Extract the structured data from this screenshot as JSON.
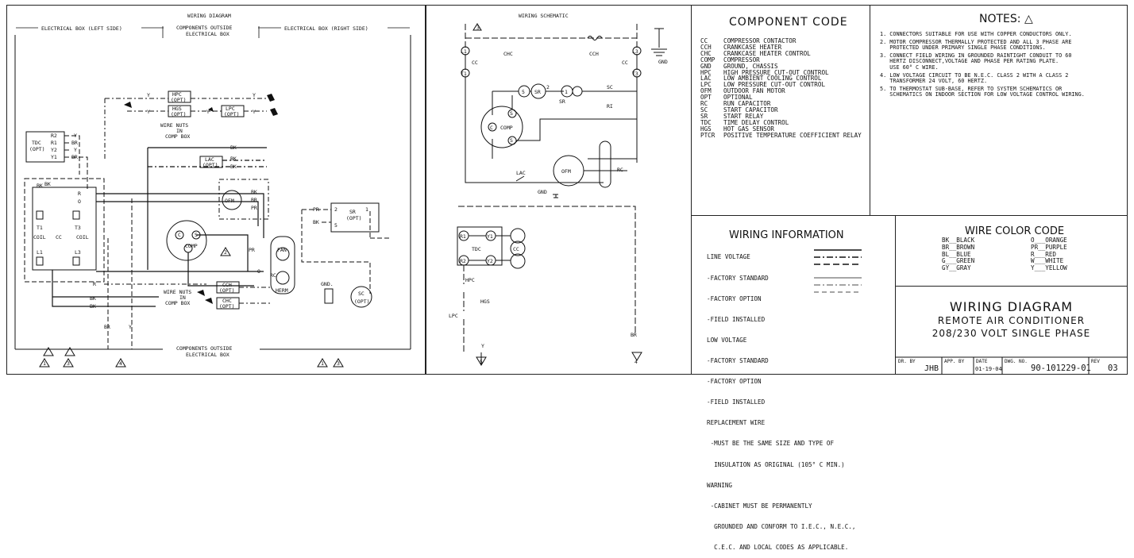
{
  "left_panel": {
    "title": "WIRING DIAGRAM",
    "left_box_label": "ELECTRICAL BOX (LEFT SIDE)",
    "right_box_label": "ELECTRICAL BOX (RIGHT SIDE)",
    "outside_top_1": "COMPONENTS OUTSIDE",
    "outside_top_2": "ELECTRICAL BOX",
    "outside_bottom_1": "COMPONENTS OUTSIDE",
    "outside_bottom_2": "ELECTRICAL BOX",
    "hpc": "HPC",
    "hpc_opt": "(OPT)",
    "hgs": "HGS",
    "hgs_opt": "(OPT)",
    "lpc": "LPC",
    "lpc_opt": "(OPT)",
    "wire_nuts_1": "WIRE NUTS",
    "wire_nuts_2": "IN",
    "wire_nuts_3": "COMP BOX",
    "tdc": "TDC",
    "tdc_opt": "(OPT)",
    "r2": "R2",
    "r1": "R1",
    "y2": "Y2",
    "y1": "Y1",
    "bk": "BK",
    "br": "BR",
    "y": "Y",
    "r": "R",
    "o": "O",
    "pr": "PR",
    "lac": "LAC",
    "lac_opt": "(OPT)",
    "ofm": "OFM",
    "t1": "T1",
    "t3": "T3",
    "l1": "L1",
    "l3": "L3",
    "coil": "COIL",
    "cc": "CC",
    "comp": "COMP",
    "c": "C",
    "s": "S",
    "fan": "FAN",
    "herm": "HERM",
    "rc": "RC",
    "sr": "SR",
    "sr_opt": "(OPT)",
    "one": "1",
    "two": "2",
    "five": "5",
    "gnd": "GND.",
    "sc": "SC",
    "sc_opt": "(OPT)",
    "cch": "CCH",
    "cch_opt": "(OPT)",
    "chc": "CHC",
    "chc_opt": "(OPT)",
    "wire_nuts_b1": "WIRE NUTS",
    "wire_nuts_b2": "IN",
    "wire_nuts_b3": "COMP BOX",
    "tri_1": "1",
    "tri_3": "3",
    "tri_4": "4",
    "tri_2": "2"
  },
  "schematic": {
    "title": "WIRING SCHEMATIC",
    "chc": "CHC",
    "cch": "CCH",
    "gnd": "GND",
    "cc": "CC",
    "l1": "L1",
    "t1": "T1",
    "l3": "L3",
    "t3": "T3",
    "n5": "5",
    "sr": "SR",
    "n2": "2",
    "n1": "1",
    "sc": "SC",
    "ri": "RI",
    "c": "C",
    "comp": "COMP",
    "s": "S",
    "ofm": "OFM",
    "lac": "LAC",
    "rc": "RC",
    "r1": "R1",
    "y1": "Y1",
    "r2": "R2",
    "y2": "Y2",
    "tdc": "TDC",
    "hpc": "HPC",
    "hgs": "HGS",
    "lpc": "LPC",
    "br": "BR",
    "y": "Y",
    "tri_3": "3",
    "tri_5": "5",
    "tri_4": "4"
  },
  "component_code": {
    "title": "COMPONENT CODE",
    "rows": [
      [
        "CC",
        "COMPRESSOR CONTACTOR"
      ],
      [
        "CCH",
        "CRANKCASE HEATER"
      ],
      [
        "CHC",
        "CRANKCASE HEATER CONTROL"
      ],
      [
        "COMP",
        "COMPRESSOR"
      ],
      [
        "GND",
        "GROUND, CHASSIS"
      ],
      [
        "HPC",
        "HIGH PRESSURE CUT-OUT CONTROL"
      ],
      [
        "LAC",
        "LOW AMBIENT COOLING CONTROL"
      ],
      [
        "LPC",
        "LOW PRESSURE CUT-OUT CONTROL"
      ],
      [
        "OFM",
        "OUTDOOR FAN MOTOR"
      ],
      [
        "OPT",
        "OPTIONAL"
      ],
      [
        "RC",
        "RUN CAPACITOR"
      ],
      [
        "SC",
        "START CAPACITOR"
      ],
      [
        "SR",
        "START RELAY"
      ],
      [
        "TDC",
        "TIME DELAY CONTROL"
      ],
      [
        "HGS",
        "HOT GAS SENSOR"
      ],
      [
        "PTCR",
        "POSITIVE TEMPERATURE COEFFICIENT RELAY"
      ]
    ]
  },
  "notes": {
    "title": "NOTES:",
    "items": [
      "1. CONNECTORS SUITABLE FOR USE WITH COPPER CONDUCTORS ONLY.",
      "2. MOTOR COMPRESSOR THERMALLY PROTECTED AND ALL 3 PHASE ARE\n   PROTECTED UNDER PRIMARY SINGLE PHASE CONDITIONS.",
      "3. CONNECT FIELD WIRING IN GROUNDED RAINTIGHT CONDUIT TO 60\n   HERTZ DISCONNECT,VOLTAGE AND PHASE PER RATING PLATE.\n   USE 60° C WIRE.",
      "4. LOW VOLTAGE CIRCUIT TO BE N.E.C. CLASS 2 WITH A CLASS 2\n   TRANSFORMER 24 VOLT, 60 HERTZ.",
      "5. TO THERMOSTAT SUB-BASE, REFER TO SYSTEM SCHEMATICS OR\n   SCHEMATICS ON INDOOR SECTION FOR LOW VOLTAGE CONTROL WIRING."
    ]
  },
  "wiring_info": {
    "title": "WIRING INFORMATION",
    "line_voltage": "LINE VOLTAGE",
    "lv_std": "-FACTORY STANDARD",
    "lv_opt": "-FACTORY OPTION",
    "lv_field": "-FIELD INSTALLED",
    "low_voltage": "LOW VOLTAGE",
    "low_std": "-FACTORY STANDARD",
    "low_opt": "-FACTORY OPTION",
    "low_field": "-FIELD INSTALLED",
    "repl": "REPLACEMENT WIRE",
    "repl_1": " -MUST BE THE SAME SIZE AND TYPE OF",
    "repl_2": "  INSULATION AS ORIGINAL (105° C MIN.)",
    "warning": "WARNING",
    "warn_1": " -CABINET MUST BE PERMANENTLY",
    "warn_2": "  GROUNDED AND CONFORM TO I.E.C., N.E.C.,",
    "warn_3": "  C.E.C. AND LOCAL CODES AS APPLICABLE."
  },
  "wire_color": {
    "title": "WIRE COLOR CODE",
    "left": [
      "BK__BLACK",
      "BR__BROWN",
      "BL__BLUE",
      "G___GREEN",
      "GY__GRAY"
    ],
    "right": [
      "O___ORANGE",
      "PR__PURPLE",
      "R___RED",
      "W___WHITE",
      "Y___YELLOW"
    ]
  },
  "title_block": {
    "line1": "WIRING DIAGRAM",
    "line2": "REMOTE AIR CONDITIONER",
    "line3": "208/230 VOLT SINGLE PHASE",
    "dr_by_label": "DR. BY",
    "dr_by": "JHB",
    "app_by_label": "APP. BY",
    "date_label": "DATE",
    "date": "01-19-04",
    "dwg_label": "DWG. NO.",
    "dwg": "90-101229-01",
    "rev_label": "REV",
    "rev": "03"
  }
}
